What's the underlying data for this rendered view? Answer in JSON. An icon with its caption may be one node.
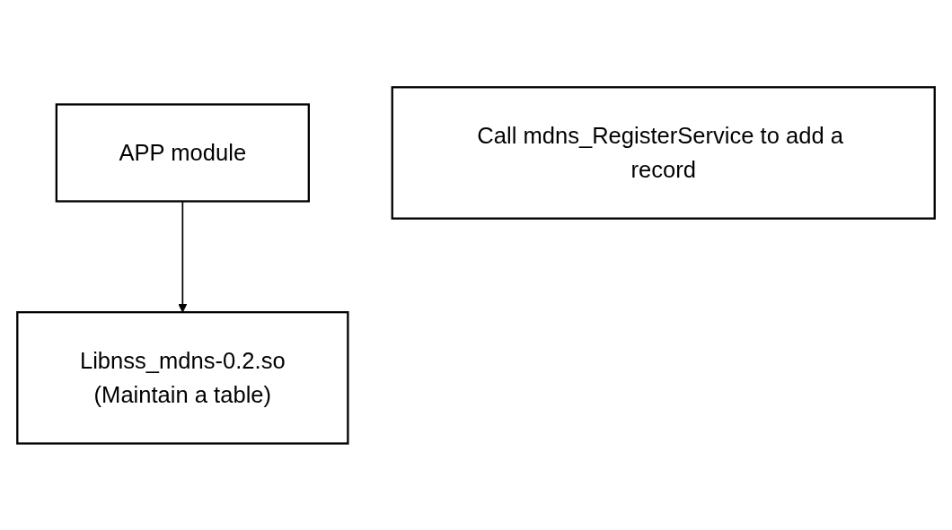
{
  "diagram": {
    "nodes": [
      {
        "text": [
          "APP module"
        ]
      },
      {
        "text": [
          "Call mdns_RegisterService to add a record"
        ]
      },
      {
        "text": [
          "Libnss_mdns-0.2.so",
          "(Maintain a table)"
        ]
      }
    ],
    "edges": [
      {
        "from": 0,
        "to": 2,
        "arrow": "to"
      }
    ]
  }
}
